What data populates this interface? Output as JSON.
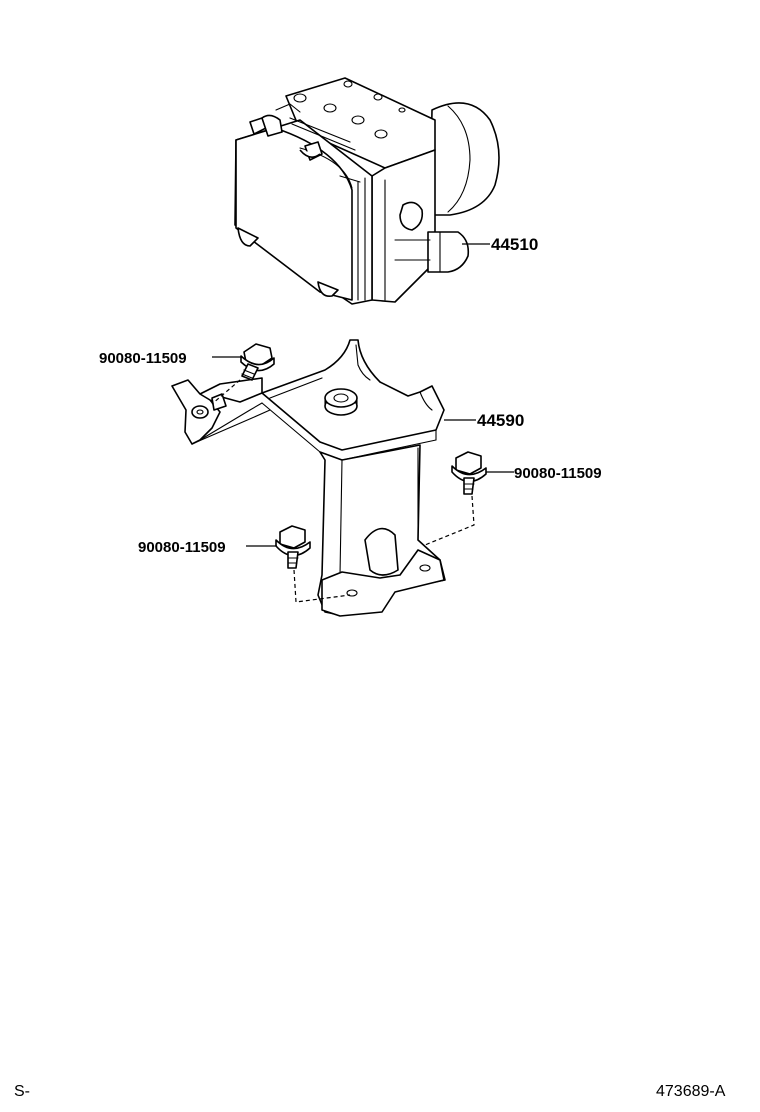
{
  "parts": {
    "actuator": {
      "number": "44510"
    },
    "bracket": {
      "number": "44590"
    },
    "bolt_top_left": {
      "number": "90080-11509"
    },
    "bolt_right": {
      "number": "90080-11509"
    },
    "bolt_bottom_left": {
      "number": "90080-11509"
    }
  },
  "footer": {
    "left_code": "S-",
    "illustration_id": "473689-A"
  }
}
